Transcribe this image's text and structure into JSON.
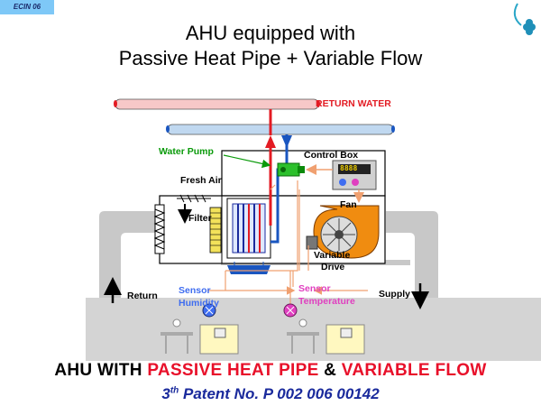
{
  "badge": "ECIN 06",
  "title": {
    "line1": "AHU equipped with",
    "line2": "Passive Heat Pipe + Variable Flow"
  },
  "labels": {
    "return_water": "RETURN WATER",
    "water_pump": "Water Pump",
    "control_box": "Control Box",
    "fresh_air": "Fresh Air",
    "filter": "Filter",
    "fan": "Fan",
    "variable": "Variable",
    "drive": "Drive",
    "return": "Return",
    "supply": "Supply",
    "sensor_humidity_1": "Sensor",
    "sensor_humidity_2": "Humidity",
    "sensor_temperature_1": "Sensor",
    "sensor_temperature_2": "Temperature",
    "control_display": "8888"
  },
  "banner": {
    "part1": "AHU WITH ",
    "part2": "PASSIVE HEAT PIPE",
    "part3": " & ",
    "part4": "VARIABLE FLOW",
    "patent_sup": "th",
    "patent_pre": "3",
    "patent_text": " Patent No. P 002 006 00142"
  },
  "colors": {
    "return_water": "#e31b23",
    "water_pump": "#0a9a0a",
    "sensor_humidity": "#3f6df0",
    "sensor_temperature": "#e040c0",
    "banner_red": "#e8102a",
    "banner_blue": "#1a2a9c"
  },
  "icons": [
    "logo-icon",
    "fan-icon",
    "pump-icon",
    "control-display-icon",
    "humidity-sensor-icon",
    "temperature-sensor-icon",
    "lamp-icon"
  ]
}
